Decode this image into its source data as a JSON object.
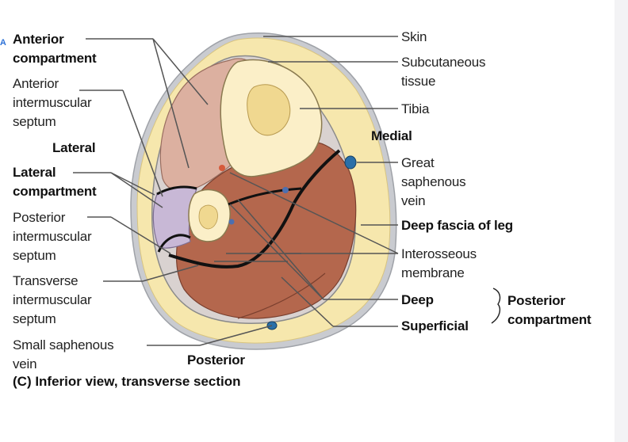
{
  "marker": "ᴬ",
  "labels": {
    "anterior_compartment": "Anterior\ncompartment",
    "anterior_septum": "Anterior\nintermuscular\nseptum",
    "lateral": "Lateral",
    "lateral_compartment": "Lateral\ncompartment",
    "posterior_septum": "Posterior\nintermuscular\nseptum",
    "transverse_septum": "Transverse\nintermuscular\nseptum",
    "small_saphenous": "Small saphenous\nvein",
    "posterior": "Posterior",
    "skin": "Skin",
    "subcutaneous": "Subcutaneous\ntissue",
    "tibia": "Tibia",
    "medial": "Medial",
    "great_saphenous": "Great\nsaphenous\nvein",
    "deep_fascia": "Deep fascia of leg",
    "interosseous": "Interosseous\nmembrane",
    "deep": "Deep",
    "superficial": "Superficial",
    "posterior_compartment": "Posterior\ncompartment"
  },
  "caption": "(C) Inferior view, transverse section",
  "colors": {
    "skin": "#c9cbd0",
    "subcutaneous": "#f6e7ad",
    "anterior_muscle": "#dcb0a0",
    "posterior_muscle": "#b4674d",
    "lateral_muscle": "#c8b8d6",
    "bone": "#fbefc8",
    "vein": "#2a6fa8",
    "leader": "#555555"
  }
}
